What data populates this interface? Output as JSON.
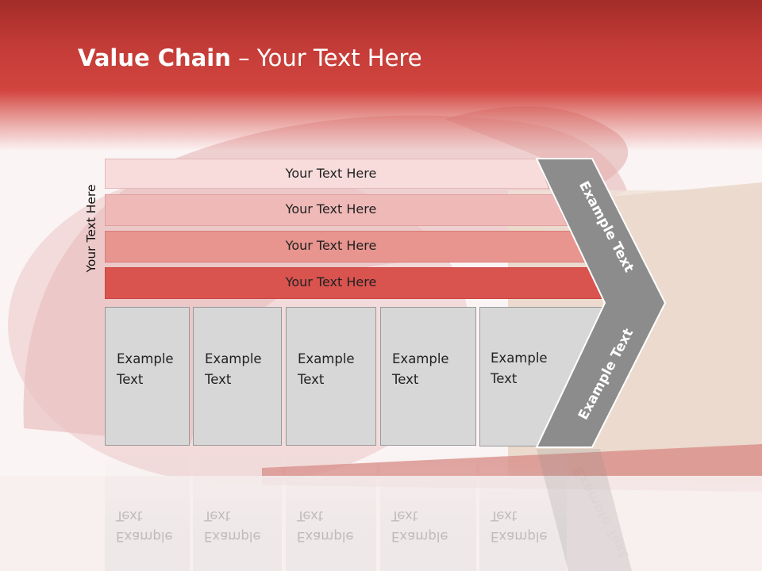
{
  "slide": {
    "title_bold": "Value Chain",
    "title_rest": " – Your Text Here",
    "side_label": "Your Text Here"
  },
  "bars": [
    {
      "label": "Your Text Here",
      "color": "#f8dcdc"
    },
    {
      "label": "Your Text Here",
      "color": "#efb9b7"
    },
    {
      "label": "Your Text Here",
      "color": "#e8948f"
    },
    {
      "label": "Your Text Here",
      "color": "#d9534f"
    }
  ],
  "boxes": [
    {
      "label": "Example\nText"
    },
    {
      "label": "Example\nText"
    },
    {
      "label": "Example\nText"
    },
    {
      "label": "Example\nText"
    },
    {
      "label": "Example\nText"
    }
  ],
  "chevron": {
    "upper_label": "Example Text",
    "lower_label": "Example Text",
    "color": "#8c8c8c"
  },
  "colors": {
    "header": "#c33b37",
    "box_fill": "#d7d7d7"
  }
}
